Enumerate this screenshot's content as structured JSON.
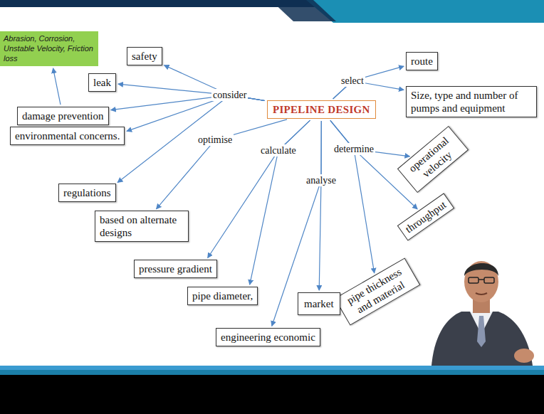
{
  "diagram": {
    "nodes": [
      {
        "text": [
          "Abrasion, Corrosion, Unstable Velocity, Friction loss"
        ]
      },
      {
        "text": [
          "safety"
        ]
      },
      {
        "text": [
          "route"
        ]
      },
      {
        "text": [
          "leak"
        ]
      },
      {
        "text": [
          "Size, type and number of pumps and equipment"
        ]
      },
      {
        "text": [
          "PIPELINE DESIGN"
        ]
      },
      {
        "text": [
          "damage prevention"
        ]
      },
      {
        "text": [
          "environmental concerns."
        ]
      },
      {
        "text": [
          "operational velocity"
        ]
      },
      {
        "text": [
          "regulations"
        ]
      },
      {
        "text": [
          "throughput"
        ]
      },
      {
        "text": [
          "based on alternate designs"
        ]
      },
      {
        "text": [
          "pressure gradient"
        ]
      },
      {
        "text": [
          "pipe thickness and material"
        ]
      },
      {
        "text": [
          "pipe diameter,"
        ]
      },
      {
        "text": [
          "market"
        ]
      },
      {
        "text": [
          "engineering economic"
        ]
      }
    ],
    "edges": [
      {
        "from": 5,
        "to": 1,
        "arrow": "to"
      },
      {
        "from": 5,
        "to": 3,
        "arrow": "to"
      },
      {
        "from": 5,
        "to": 6,
        "arrow": "to"
      },
      {
        "from": 5,
        "to": 7,
        "arrow": "to"
      },
      {
        "from": 5,
        "to": 9,
        "arrow": "to"
      },
      {
        "from": 6,
        "to": 0,
        "arrow": "to"
      },
      {
        "from": 5,
        "to": 2,
        "arrow": "to"
      },
      {
        "from": 5,
        "to": 4,
        "arrow": "to"
      },
      {
        "from": 5,
        "to": 11,
        "arrow": "to"
      },
      {
        "from": 5,
        "to": 12,
        "arrow": "to"
      },
      {
        "from": 5,
        "to": 14,
        "arrow": "to"
      },
      {
        "from": 5,
        "to": 8,
        "arrow": "to"
      },
      {
        "from": 5,
        "to": 10,
        "arrow": "to"
      },
      {
        "from": 5,
        "to": 13,
        "arrow": "to"
      },
      {
        "from": 5,
        "to": 16,
        "arrow": "to"
      },
      {
        "from": 5,
        "to": 15,
        "arrow": "to"
      }
    ],
    "labels": [
      "consider",
      "select",
      "optimise",
      "calculate",
      "determine",
      "analyse"
    ]
  }
}
